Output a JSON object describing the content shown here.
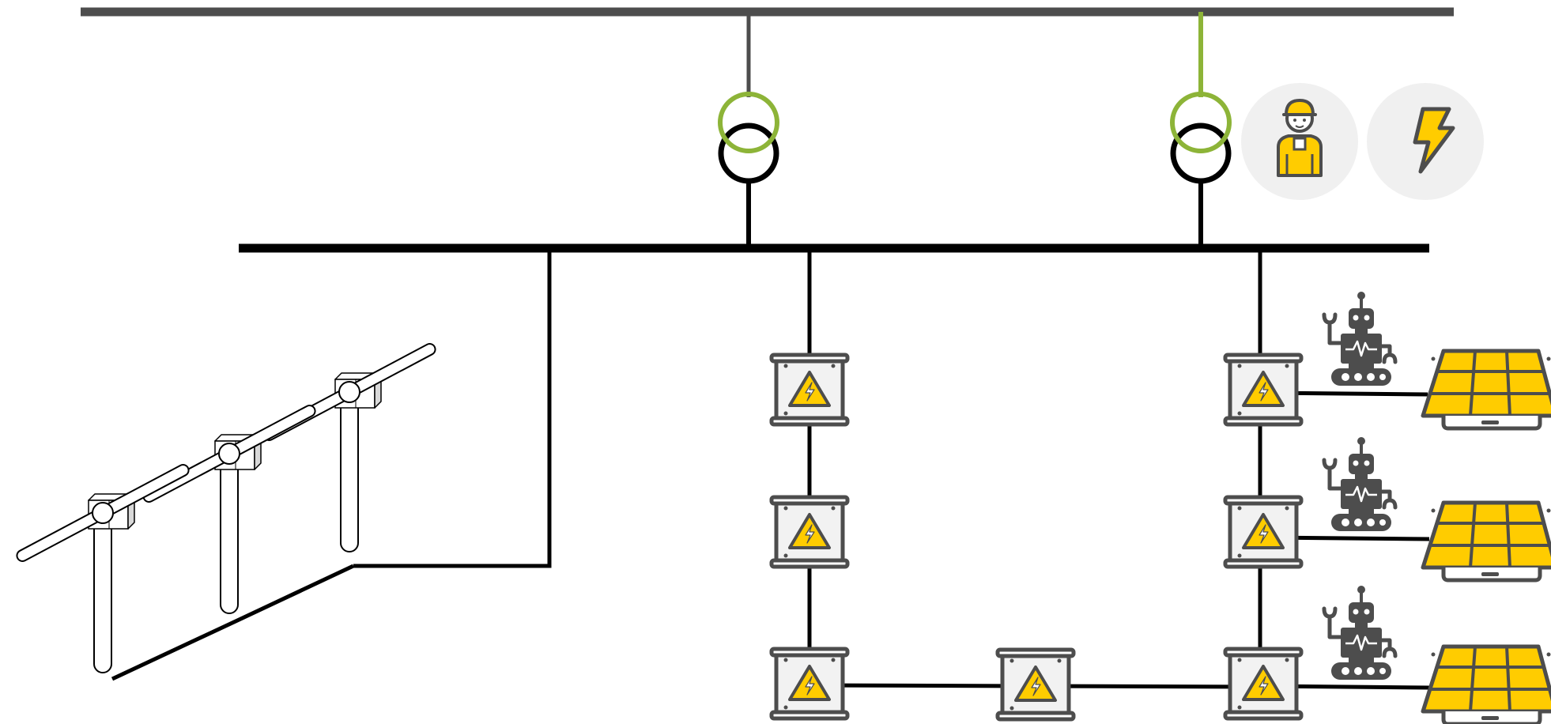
{
  "diagram": {
    "kind": "power-grid-single-line",
    "colors": {
      "grid_bus": "#4d4d4d",
      "main_bus": "#000000",
      "accent_green": "#8db438",
      "accent_yellow": "#ffcc00",
      "icon_dark": "#4d4d4d",
      "icon_bg": "#f0f0f0",
      "box_fill": "#f2f2f2"
    },
    "elements": {
      "transformers": 2,
      "substations": 7,
      "wind_turbines": 3,
      "robots": 3,
      "solar_panels": 3,
      "badges": [
        "worker-icon",
        "lightning-icon"
      ]
    }
  }
}
